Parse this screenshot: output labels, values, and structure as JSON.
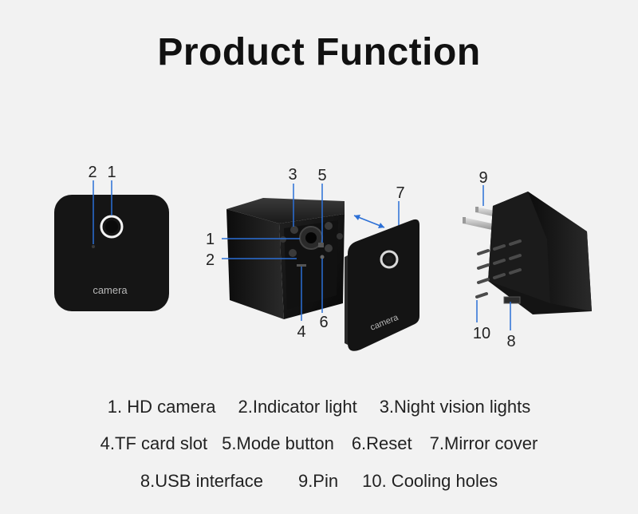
{
  "title": "Product Function",
  "device_text": "camera",
  "callouts": {
    "front": {
      "n1": "1",
      "n2": "2"
    },
    "middle": {
      "n1": "1",
      "n2": "2",
      "n3": "3",
      "n4": "4",
      "n5": "5",
      "n6": "6",
      "n7": "7"
    },
    "right": {
      "n8": "8",
      "n9": "9",
      "n10": "10"
    }
  },
  "legend": {
    "row1": [
      "1. HD camera",
      "2.Indicator light",
      "3.Night vision lights"
    ],
    "row2": [
      "4.TF card slot",
      "5.Mode button",
      "6.Reset",
      "7.Mirror cover"
    ],
    "row3": [
      "8.USB interface",
      "9.Pin",
      "10. Cooling holes"
    ]
  }
}
